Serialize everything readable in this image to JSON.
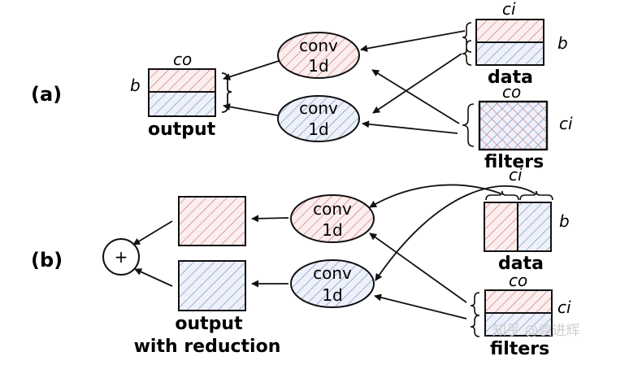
{
  "panel_a": {
    "label": "(a)",
    "output": {
      "label": "output",
      "dim_top": "co",
      "dim_left": "b"
    },
    "conv_top": {
      "line1": "conv",
      "line2": "1d"
    },
    "conv_bottom": {
      "line1": "conv",
      "line2": "1d"
    },
    "data": {
      "label": "data",
      "dim_top": "ci",
      "dim_right": "b"
    },
    "filters": {
      "label": "filters",
      "dim_top": "co",
      "dim_right": "ci"
    }
  },
  "panel_b": {
    "label": "(b)",
    "sum": {
      "symbol": "+"
    },
    "output": {
      "line1": "output",
      "line2": "with reduction"
    },
    "conv_top": {
      "line1": "conv",
      "line2": "1d"
    },
    "conv_bottom": {
      "line1": "conv",
      "line2": "1d"
    },
    "data": {
      "label": "data",
      "dim_top": "ci",
      "dim_right": "b"
    },
    "filters": {
      "label": "filters",
      "dim_top": "co",
      "dim_right": "ci"
    }
  },
  "watermark": "知乎 @袁进辉",
  "colors": {
    "red_hatch": "#d9888f",
    "blue_hatch": "#8a9fce",
    "red_fill": "#fbeeee",
    "blue_fill": "#eef1fa",
    "stroke": "#111111"
  }
}
